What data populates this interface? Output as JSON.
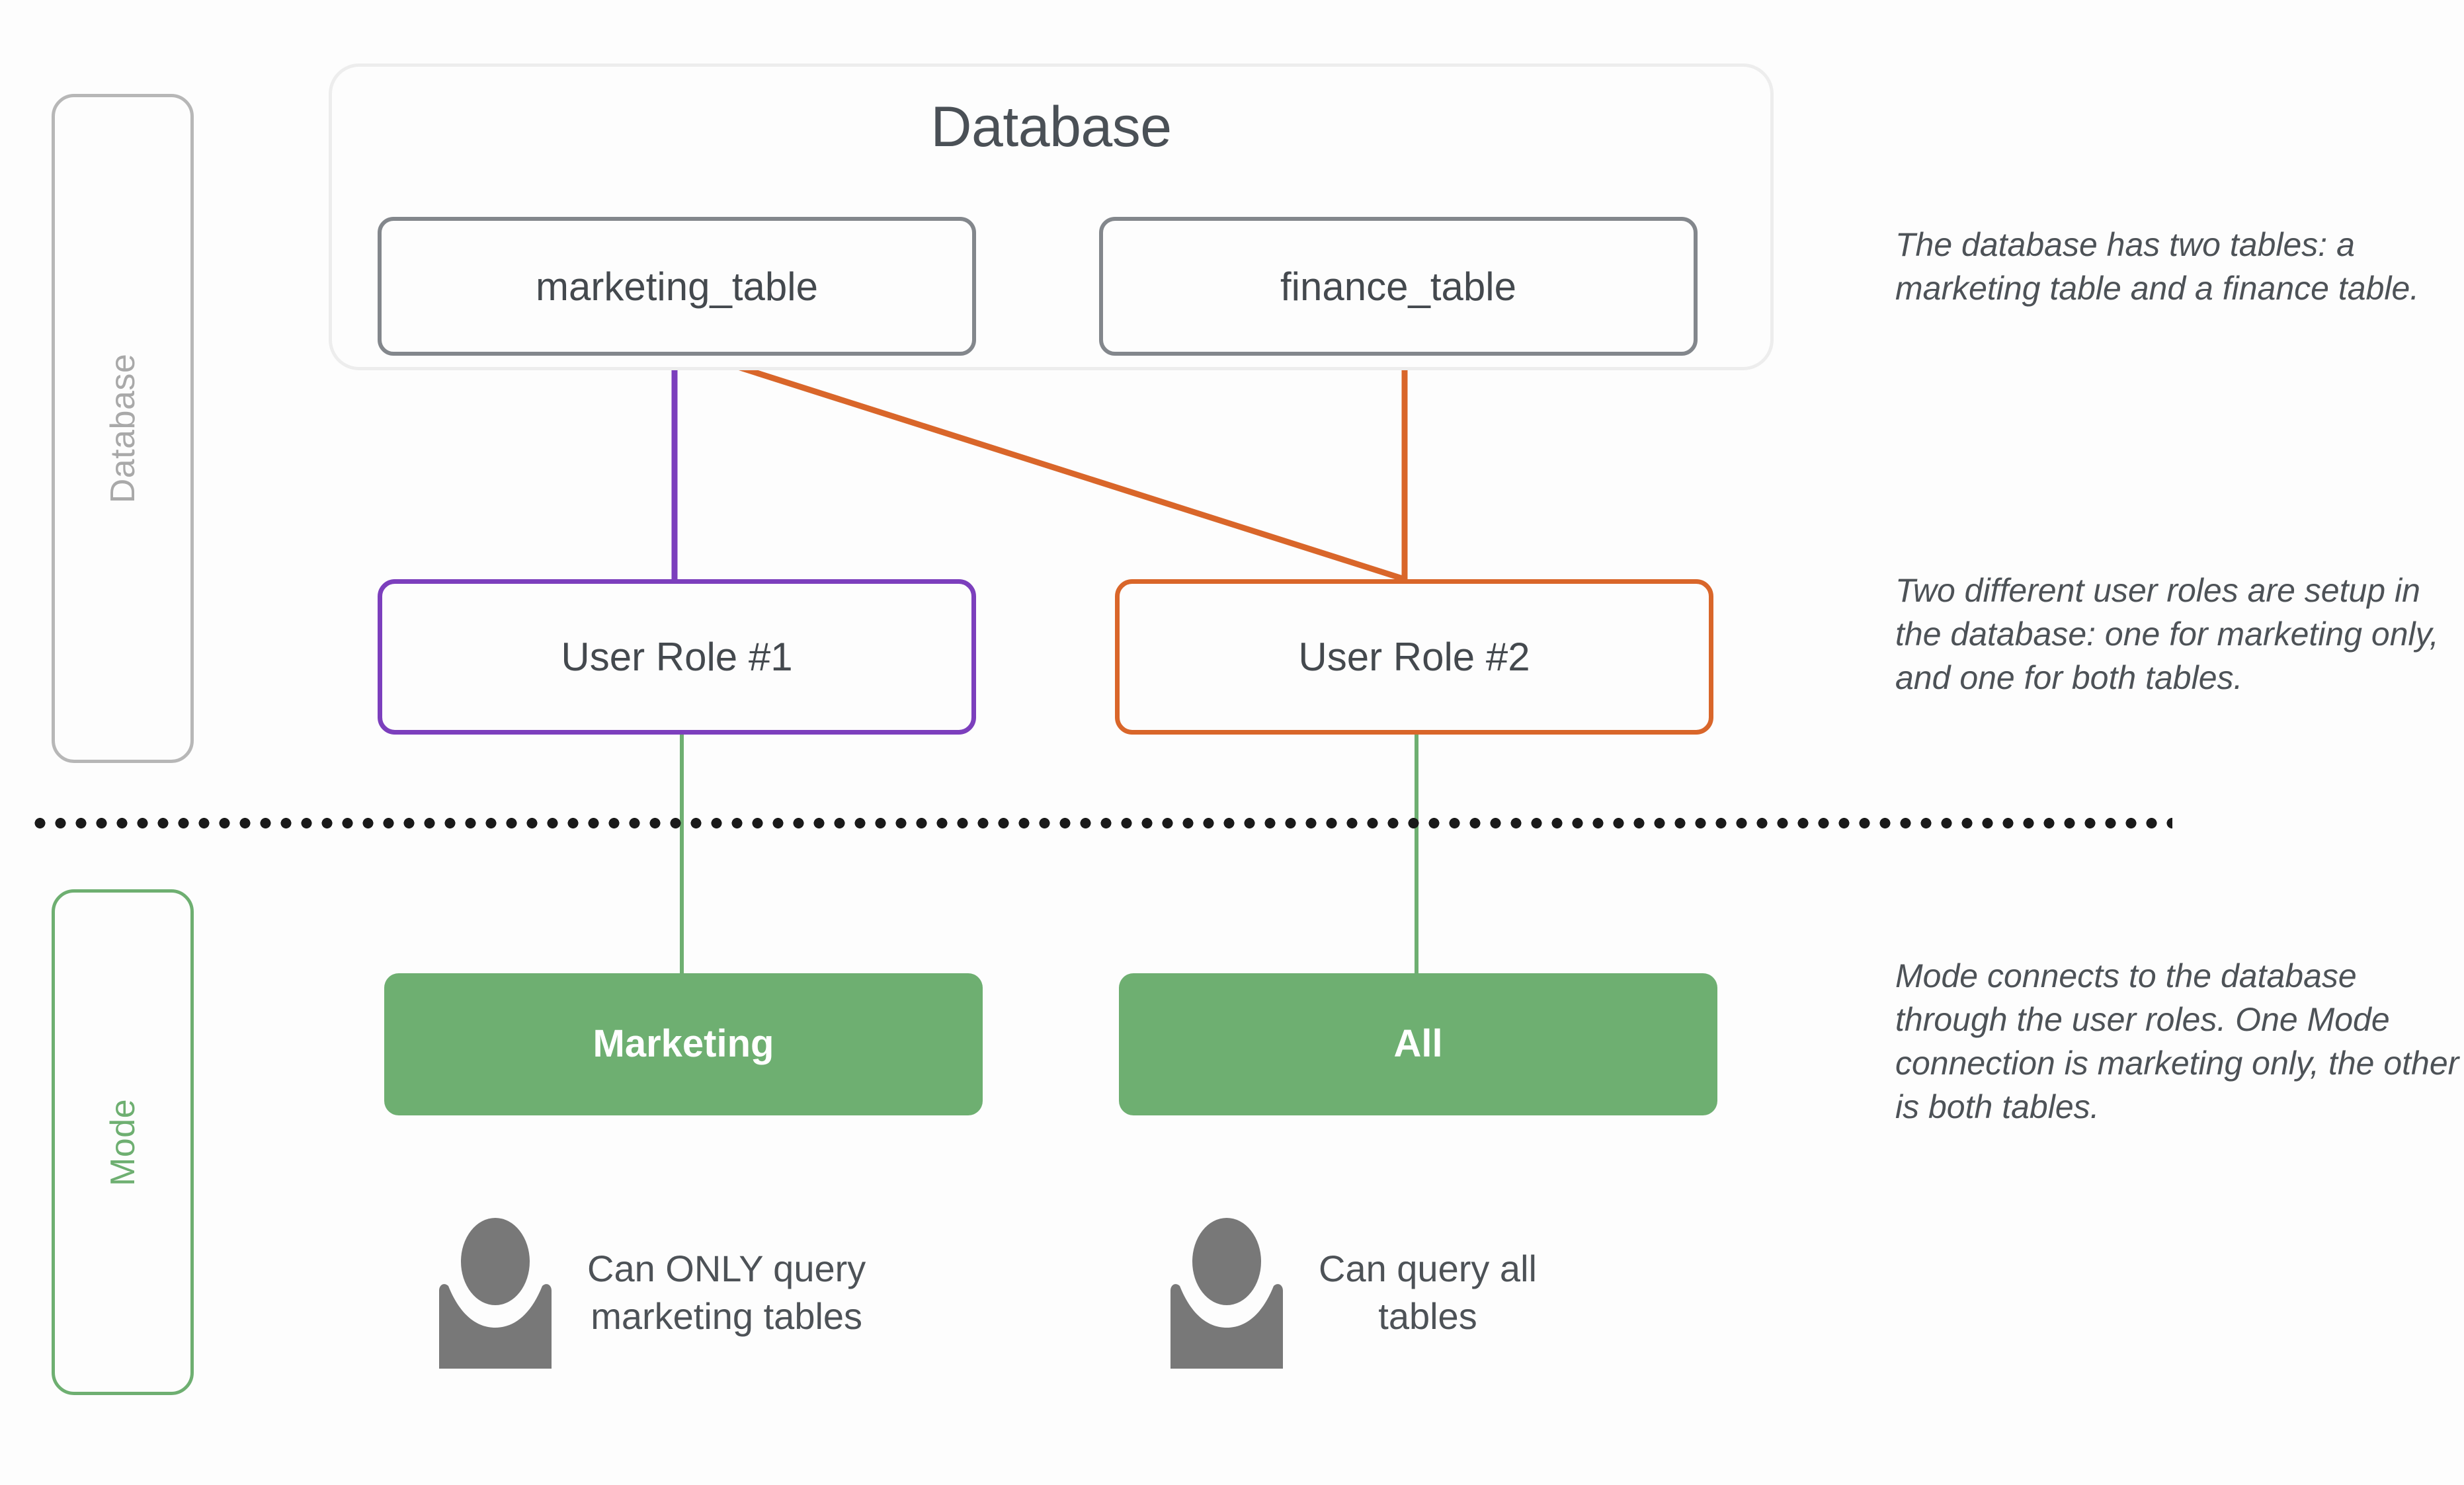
{
  "lanes": [
    {
      "id": "database",
      "label": "Database",
      "color": "#a9a9a9"
    },
    {
      "id": "mode",
      "label": "Mode",
      "color": "#6eaf71"
    }
  ],
  "database": {
    "title": "Database",
    "tables": [
      {
        "id": "marketing_table",
        "label": "marketing_table"
      },
      {
        "id": "finance_table",
        "label": "finance_table"
      }
    ]
  },
  "roles": [
    {
      "id": "user_role_1",
      "label": "User Role #1",
      "color": "#7c3fbd"
    },
    {
      "id": "user_role_2",
      "label": "User Role #2",
      "color": "#d9662a"
    }
  ],
  "mode_connections": [
    {
      "id": "marketing",
      "label": "Marketing",
      "color": "#6eaf71"
    },
    {
      "id": "all",
      "label": "All",
      "color": "#6eaf71"
    }
  ],
  "people": [
    {
      "id": "marketing_user",
      "icon": "person-icon",
      "caption": "Can ONLY query\nmarketing tables"
    },
    {
      "id": "all_user",
      "icon": "person-icon",
      "caption": "Can query all\ntables"
    }
  ],
  "annotations": [
    {
      "id": "annotation_database",
      "text": "The database has two tables: a marketing table and a finance table."
    },
    {
      "id": "annotation_roles",
      "text": "Two different user roles are setup in the database: one for marketing only, and one for both tables."
    },
    {
      "id": "annotation_mode",
      "text": "Mode connects to the database through the user roles. One Mode connection is marketing only, the other is both tables."
    }
  ],
  "connectors": [
    {
      "id": "marketing_table-to-user_role_1",
      "color": "#7c3fbd"
    },
    {
      "id": "marketing_table-to-user_role_2",
      "color": "#d9662a"
    },
    {
      "id": "finance_table-to-user_role_2",
      "color": "#d9662a"
    },
    {
      "id": "user_role_1-to-mode_marketing",
      "color": "#6eaf71"
    },
    {
      "id": "user_role_2-to-mode_all",
      "color": "#6eaf71"
    }
  ],
  "divider": {
    "id": "dotted-divider",
    "color": "#1a1a1a"
  },
  "colors": {
    "purple": "#7c3fbd",
    "orange": "#d9662a",
    "green": "#6eaf71",
    "gray_text": "#4d5257",
    "table_border": "#83878c",
    "container_border": "#ededed",
    "lane_gray": "#b7b7b7",
    "background": "#fdfdfd"
  }
}
